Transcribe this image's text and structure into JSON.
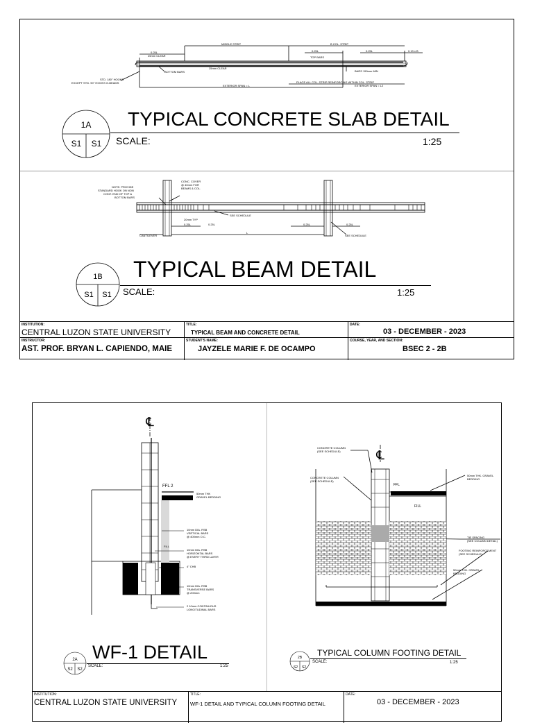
{
  "sheet1": {
    "slab": {
      "bubble_top": "1A",
      "bubble_left": "S1",
      "bubble_right": "S1",
      "title": "TYPICAL CONCRETE SLAB DETAIL",
      "scale_label": "SCALE:",
      "scale_value": "1:25",
      "notes": {
        "middle_strip": "MIDDLE STRIP",
        "col_strip": "B COL. STRIP",
        "l_over_4_a": "0.25L",
        "l_over_4_b": "0.25L",
        "l_over_4_c": "0.25L",
        "l_over_3": "0.13 x B",
        "clear_a": "25mm CLEAR",
        "clear_b": "25mm CLEAR",
        "top_bars": "TOP BARS",
        "bottom_bars": "BOTTOM BARS",
        "hooks": "STD. 180° HOOKS",
        "except": "EXCEPT STD. 90° HOOKS G-BEAMS",
        "min_bars": "BARS 150mm MIN",
        "exterior_span": "EXTERIOR SPAN = L",
        "place_all": "PLACE ALL COL. STRIP REINFORCING WITHIN COL. STRIP",
        "exterior_span2": "EXTERIOR SPAN = L2"
      }
    },
    "beam": {
      "bubble_top": "1B",
      "bubble_left": "S1",
      "bubble_right": "S1",
      "title": "TYPICAL BEAM DETAIL",
      "scale_label": "SCALE:",
      "scale_value": "1:25",
      "notes": {
        "note_provide": "NOTE: PROVIDE",
        "note_line2": "STANDARD HOOK ON NON",
        "note_line3": "CONT. END OF TOP &",
        "note_line4": "BOTTOM BARS",
        "conc_cover": "CONC. COVER",
        "conc_cover2": "@ 40mm FOR",
        "conc_cover3": "BEAMS & COL.",
        "typ": "20mm TYP",
        "see_schedule": "SEE SCHEDULE",
        "see_schedule2": "SEE SCHEDULE",
        "cantilever": "CANTILEVER",
        "l_a": "0.25L",
        "l_b": "0.25L",
        "l_c": "0.25L",
        "l_d": "0.25L",
        "l_main": "L"
      }
    },
    "title_block": {
      "institution_label": "INSTITUTION:",
      "institution": "CENTRAL LUZON STATE UNIVERSITY",
      "title_label": "TITLE:",
      "title": "TYPICAL BEAM AND CONCRETE DETAIL",
      "date_label": "DATE:",
      "date": "03 - DECEMBER - 2023",
      "instructor_label": "INSTRUCTOR:",
      "instructor": "AST. PROF. BRYAN L. CAPIENDO, MAIE",
      "student_label": "STUDENT'S NAME:",
      "student": "JAYZELE MARIE F. DE OCAMPO",
      "course_label": "COURSE, YEAR, AND SECTION:",
      "course": "BSEC 2 - 2B"
    }
  },
  "sheet2": {
    "wf1": {
      "bubble_top": "2A",
      "bubble_left": "S2",
      "bubble_right": "S2",
      "title": "WF-1 DETAIL",
      "scale_label": "SCALE:",
      "scale_value": "1:25",
      "centerline": "℄",
      "notes": {
        "ffl": "FFL 2",
        "gravel": "50mm THK",
        "gravel2": "GRAVEL BEDDING",
        "vert": "10mm DIA. RSB",
        "vert2": "VERTICAL BARS",
        "vert3": "@ 400mm O.C.",
        "fill": "FILL",
        "horiz": "10mm DIA. RSB",
        "horiz2": "HORIZONTAL BARS",
        "horiz3": "@ EVERY THIRD LAYER",
        "chb": "4\" CHB",
        "trans": "10mm DIA. RSB",
        "trans2": "TRANSVERSE BARS",
        "trans3": "@ 200mm",
        "long": "2 10mm CONTINUOUS",
        "long2": "LONGITUDINAL BARS"
      }
    },
    "footing": {
      "bubble_top": "2B",
      "bubble_left": "S2",
      "bubble_right": "S2",
      "title": "TYPICAL COLUMN FOOTING DETAIL",
      "scale_label": "SCALE:",
      "scale_value": "1:25",
      "centerline": "℄",
      "notes": {
        "col1": "CONCRETE COLUMN",
        "col1b": "(SEE SCHEDULE)",
        "col2": "CONCRETE COLUMN",
        "col2b": "(SEE SCHEDULE)",
        "ffl": "FFL",
        "gravel": "50mm THK. GRAVEL",
        "gravel2": "BEDDING",
        "fill": "FILL",
        "tie": "TIE SPACING",
        "tie2": "(SEE COLUMN DETAIL)",
        "footing": "FOOTING REINFORCEMENT",
        "footing2": "(SEE SCHEDULE)",
        "gravel_b": "50mm THK. GRAVEL",
        "gravel_b2": "BEDDING"
      }
    },
    "title_block": {
      "institution_label": "INSTITUTION:",
      "institution": "CENTRAL LUZON STATE UNIVERSITY",
      "title_label": "TITLE:",
      "title": "WF-1 DETAIL AND TYPICAL COLUMN FOOTING DETAIL",
      "date_label": "DATE:",
      "date": "03 - DECEMBER - 2023"
    }
  }
}
